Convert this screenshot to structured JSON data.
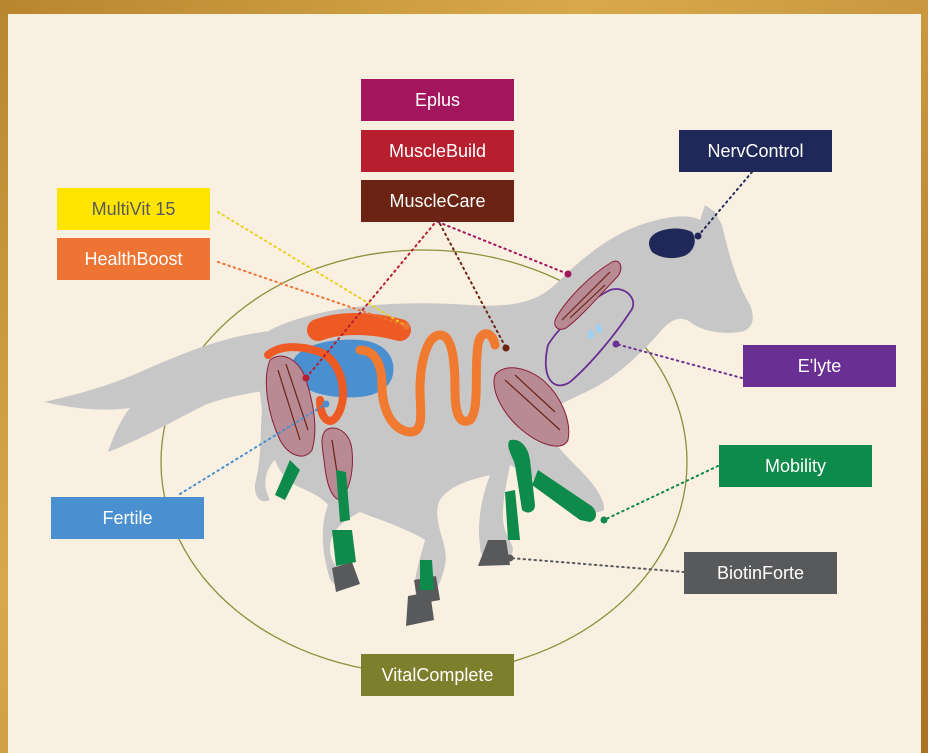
{
  "products": {
    "eplus": {
      "label": "Eplus",
      "color": "#a3155c"
    },
    "musclebuild": {
      "label": "MuscleBuild",
      "color": "#b81f2e"
    },
    "musclecare": {
      "label": "MuscleCare",
      "color": "#6b2414"
    },
    "nervcontrol": {
      "label": "NervControl",
      "color": "#1f2858"
    },
    "multivit": {
      "label": "MultiVit 15",
      "color": "#ffe500"
    },
    "healthboost": {
      "label": "HealthBoost",
      "color": "#ee7434"
    },
    "elyte": {
      "label": "E'lyte",
      "color": "#6a2f93"
    },
    "mobility": {
      "label": "Mobility",
      "color": "#0e8a4a"
    },
    "fertile": {
      "label": "Fertile",
      "color": "#4a8fd0"
    },
    "biotinforte": {
      "label": "BiotinForte",
      "color": "#58595b"
    },
    "vitalcomplete": {
      "label": "VitalComplete",
      "color": "#7d7f2c"
    }
  }
}
